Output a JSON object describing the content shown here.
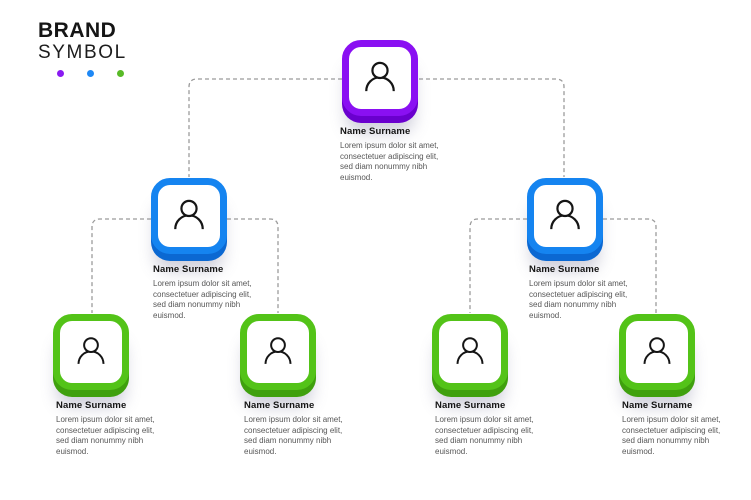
{
  "brand": {
    "line1": "BRAND",
    "line2": "SYMBOL",
    "dot_colors": [
      "#8a1af2",
      "#1e88f5",
      "#58ba27"
    ]
  },
  "palette": {
    "root": "#8a10f2",
    "root_dark": "#6a00ce",
    "branch": "#1584f0",
    "branch_dark": "#0b68d2",
    "leaf": "#53c318",
    "leaf_dark": "#3fa00e",
    "connector": "#9b9b9b",
    "person_icon": "#151515",
    "name_text": "#141414",
    "body_text": "#575757"
  },
  "nodes": [
    {
      "role": "root",
      "name": "Name Surname",
      "description": "Lorem ipsum dolor sit amet, consectetuer adipiscing elit, sed diam nonummy nibh euismod."
    },
    {
      "role": "branch-left",
      "name": "Name Surname",
      "description": "Lorem ipsum dolor sit amet, consectetuer adipiscing elit, sed diam nonummy nibh euismod."
    },
    {
      "role": "branch-right",
      "name": "Name Surname",
      "description": "Lorem ipsum dolor sit amet, consectetuer adipiscing elit, sed diam nonummy nibh euismod."
    },
    {
      "role": "leaf-1",
      "name": "Name Surname",
      "description": "Lorem ipsum dolor sit amet, consectetuer adipiscing elit, sed diam nonummy nibh euismod."
    },
    {
      "role": "leaf-2",
      "name": "Name Surname",
      "description": "Lorem ipsum dolor sit amet, consectetuer adipiscing elit, sed diam nonummy nibh euismod."
    },
    {
      "role": "leaf-3",
      "name": "Name Surname",
      "description": "Lorem ipsum dolor sit amet, consectetuer adipiscing elit, sed diam nonummy nibh euismod."
    },
    {
      "role": "leaf-4",
      "name": "Name Surname",
      "description": "Lorem ipsum dolor sit amet, consectetuer adipiscing elit, sed diam nonummy nibh euismod."
    }
  ]
}
